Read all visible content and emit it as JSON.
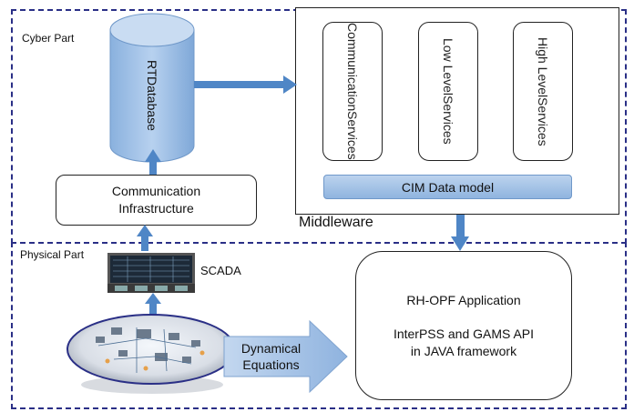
{
  "regions": {
    "cyber_label": "Cyber Part",
    "physical_label": "Physical Part",
    "middleware_label": "Middleware"
  },
  "database": {
    "line1": "RT",
    "line2": "Database"
  },
  "services": [
    {
      "line1": "Communication",
      "line2": "Services"
    },
    {
      "line1": "Low Level",
      "line2": "Services"
    },
    {
      "line1": "High Level",
      "line2": "Services"
    }
  ],
  "cim": "CIM Data model",
  "comm_infra": {
    "line1": "Communication",
    "line2": "Infrastructure"
  },
  "scada": "SCADA",
  "dynamical": {
    "line1": "Dynamical",
    "line2": "Equations"
  },
  "application": {
    "title": "RH-OPF Application",
    "line1": "InterPSS and GAMS API",
    "line2": "in JAVA framework"
  },
  "colors": {
    "region_border": "#2a2f86",
    "arrow_fill": "#4f86c6",
    "cylinder_top": "#a9c7ea",
    "cylinder_body": "#8fb5e0"
  }
}
